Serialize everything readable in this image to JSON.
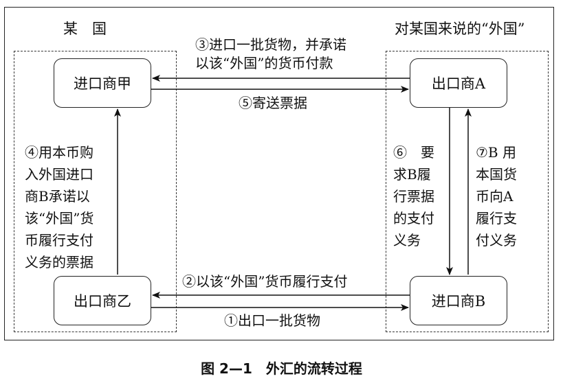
{
  "regions": {
    "left_title": "某　国",
    "right_title": "对某国来说的“外国”"
  },
  "nodes": {
    "importer_jia": "进口商甲",
    "exporter_yi": "出口商乙",
    "exporter_a": "出口商A",
    "importer_b": "进口商B"
  },
  "flows": {
    "step1": "①出口一批货物",
    "step2": "②以该“外国”货币履行支付",
    "step3_line1": "③进口一批货物，并承诺",
    "step3_line2": "以该“外国”的货币付款",
    "step4": [
      "④用本币购",
      "入外国进口",
      "商B承诺以",
      "该“外国”货",
      "币履行支付",
      "义务的票据"
    ],
    "step5": "⑤寄送票据",
    "step6": [
      "⑥　要",
      "求B履",
      "行票据",
      "的支付",
      "义务"
    ],
    "step7": [
      "⑦B 用",
      "本国货",
      "币向A",
      "履行支",
      "付义务"
    ]
  },
  "caption": "图 2—1　外汇的流转过程"
}
